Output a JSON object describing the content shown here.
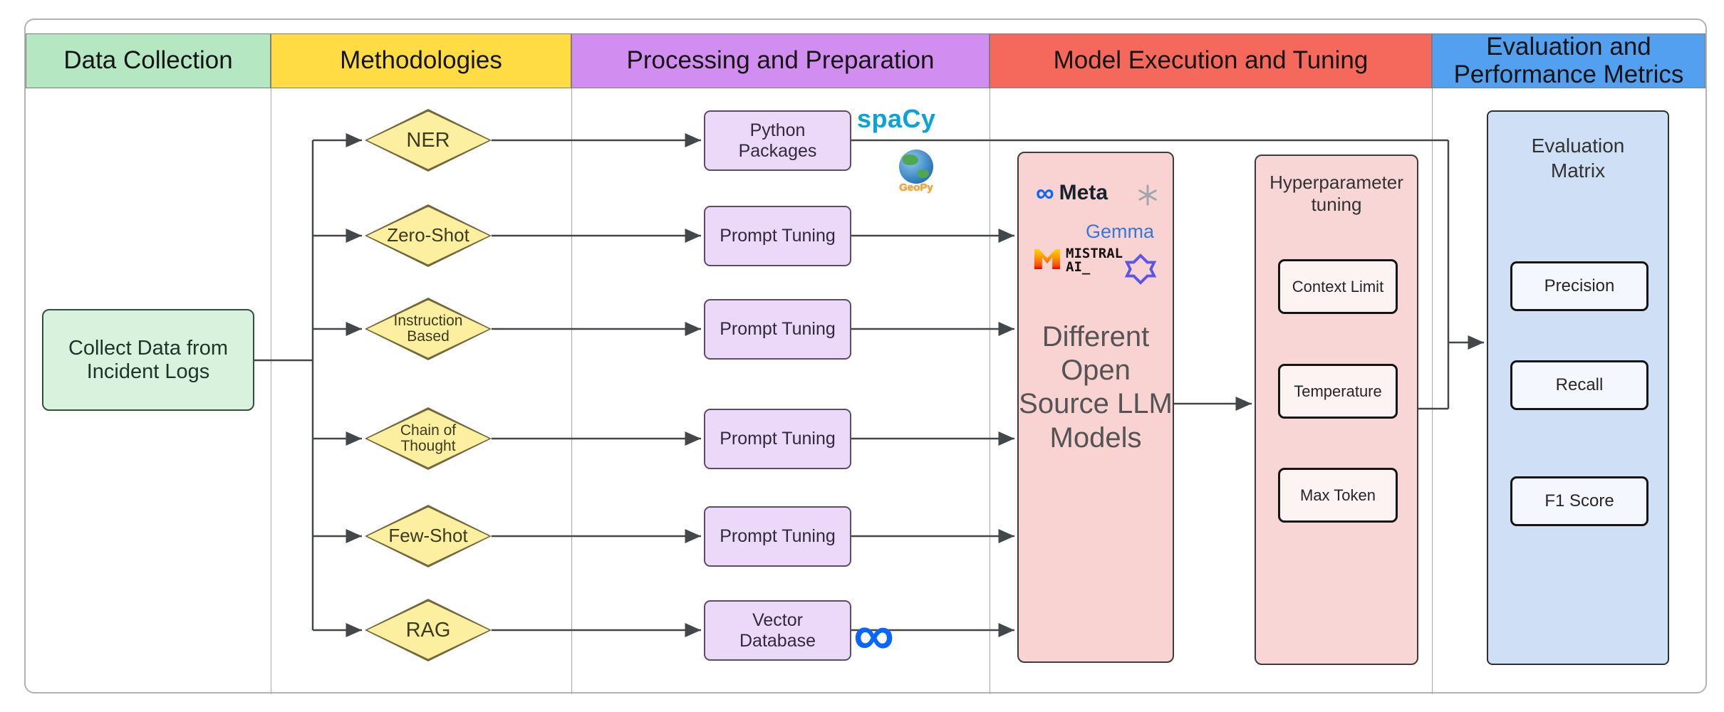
{
  "headers": [
    {
      "label": "Data Collection",
      "bg": "#b6e7c3"
    },
    {
      "label": "Methodologies",
      "bg": "#ffdc43"
    },
    {
      "label": "Processing and Preparation",
      "bg": "#d28df0"
    },
    {
      "label": "Model Execution and Tuning",
      "bg": "#f4695c"
    },
    {
      "label": "Evaluation and Performance Metrics",
      "bg": "#54a0f0"
    }
  ],
  "data_collection": {
    "collect_box": "Collect Data from Incident Logs"
  },
  "methodologies": [
    {
      "label": "NER"
    },
    {
      "label": "Zero-Shot"
    },
    {
      "label": "Instruction Based"
    },
    {
      "label": "Chain of Thought"
    },
    {
      "label": "Few-Shot"
    },
    {
      "label": "RAG"
    }
  ],
  "processing": {
    "boxes": [
      {
        "label": "Python Packages"
      },
      {
        "label": "Prompt Tuning"
      },
      {
        "label": "Prompt Tuning"
      },
      {
        "label": "Prompt Tuning"
      },
      {
        "label": "Prompt Tuning"
      },
      {
        "label": "Vector Database"
      }
    ],
    "spacy_label": "spaCy",
    "geopy_label": "GeoPy",
    "meta_infinity": "∞"
  },
  "model_execution": {
    "meta_infinity": "∞",
    "meta_label": "Meta",
    "gemma_label": "Gemma",
    "mistral_label_1": "MISTRAL",
    "mistral_label_2": "AI_",
    "llm_text": "Different Open Source LLM Models",
    "hyper_title": "Hyperparameter tuning",
    "params": [
      {
        "label": "Context Limit"
      },
      {
        "label": "Temperature"
      },
      {
        "label": "Max Token"
      }
    ]
  },
  "evaluation": {
    "title": "Evaluation Matrix",
    "metrics": [
      {
        "label": "Precision"
      },
      {
        "label": "Recall"
      },
      {
        "label": "F1 Score"
      }
    ]
  },
  "colors": {
    "arrow": "#44474a",
    "spacy": "#09a3d5",
    "meta_blue": "#0866ff",
    "gemma_blue": "#3479d9"
  }
}
